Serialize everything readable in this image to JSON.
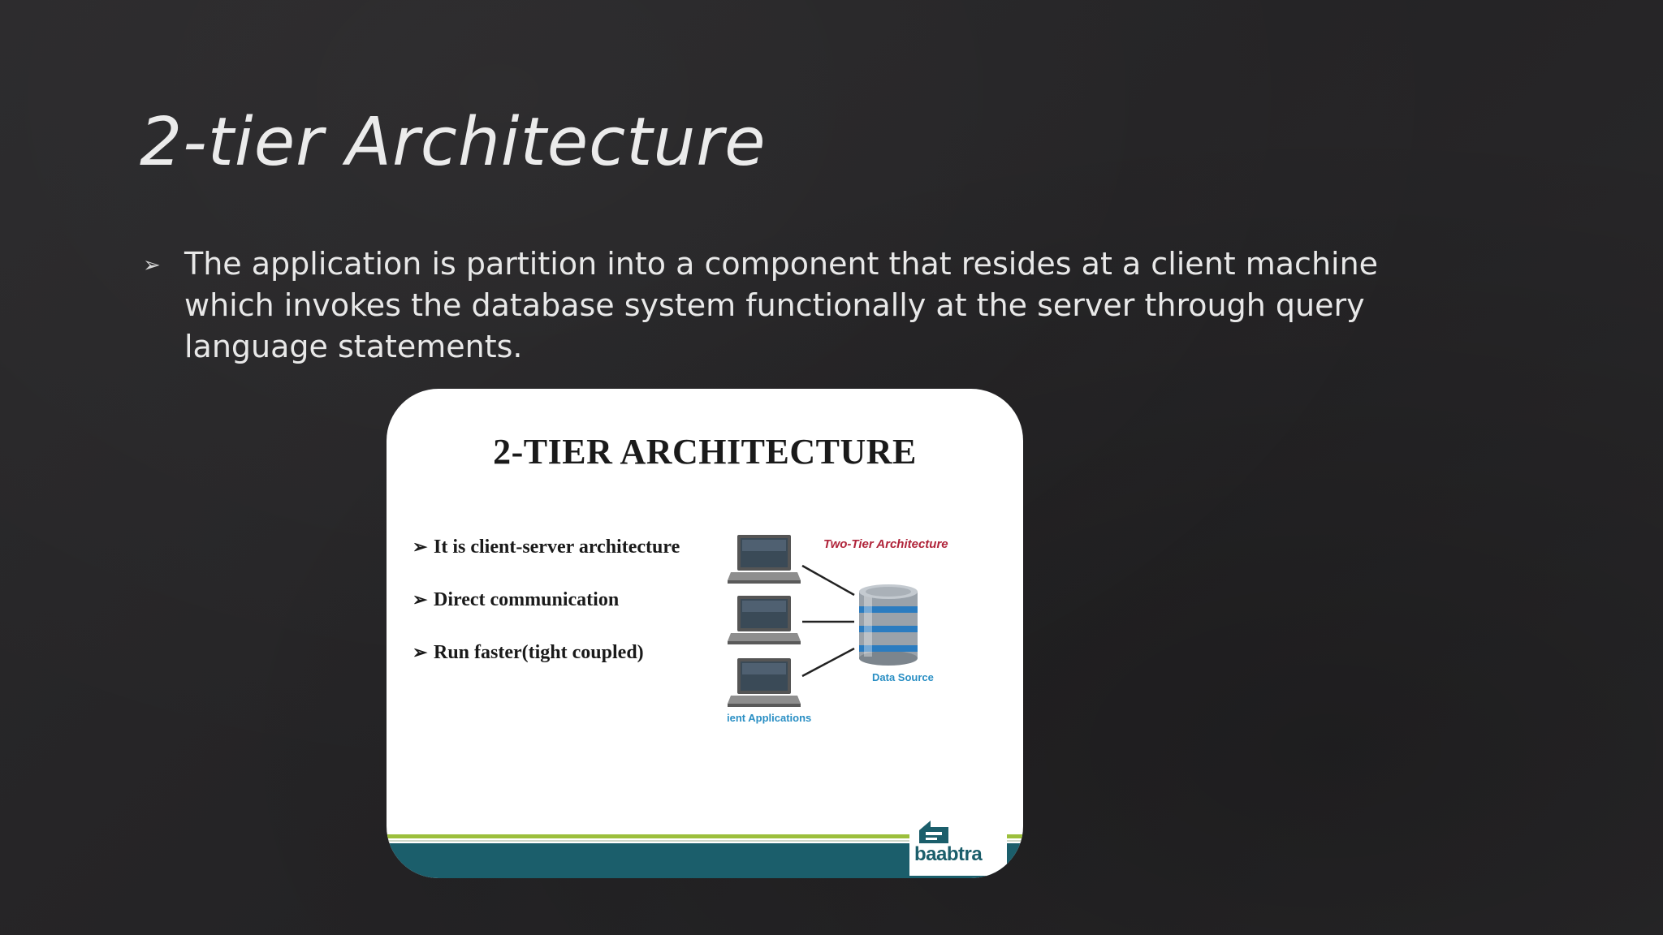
{
  "slide": {
    "title": "2-tier Architecture",
    "bullet": "The application is partition into a component that resides at a client machine which invokes the database system functionally at the server through query language statements."
  },
  "figure": {
    "title": "2-TIER ARCHITECTURE",
    "points": [
      "It is client-server architecture",
      "Direct communication",
      "Run faster(tight coupled)"
    ],
    "diagram_title": "Two-Tier Architecture",
    "data_source_label": "Data Source",
    "clients_label": "Client Applications",
    "logo_text": "baabtra"
  },
  "icons": {
    "bullet": "arrowhead-bullet-icon",
    "client": "laptop-icon",
    "server": "database-icon"
  },
  "colors": {
    "background": "#262527",
    "title_text": "#ebebeb",
    "diagram_title": "#b0243a",
    "diagram_labels": "#2a8fc4",
    "footer_teal": "#1b5e6b",
    "footer_green": "#9cbf3c"
  }
}
